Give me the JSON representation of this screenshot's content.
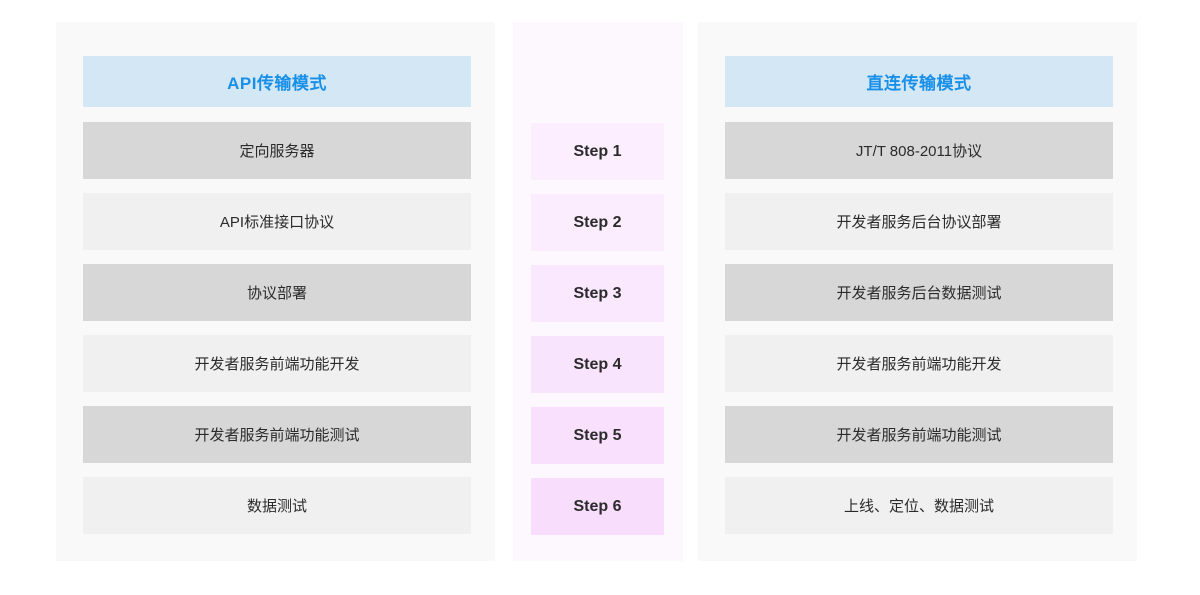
{
  "layout": {
    "page_background": "#ffffff",
    "panel_background": "#f9f9fa",
    "middle_panel_background": "#fdf8fe",
    "header_background": "#d4e7f5",
    "header_text_color": "#1890e8",
    "row_shade_dark": "#d7d7d7",
    "row_shade_light": "#f0f0f0"
  },
  "left_column": {
    "header": "API传输模式",
    "rows": [
      {
        "label": "定向服务器",
        "shade": "dark",
        "bg": "#d7d7d7"
      },
      {
        "label": "API标准接口协议",
        "shade": "light",
        "bg": "#f0f0f0"
      },
      {
        "label": "协议部署",
        "shade": "dark",
        "bg": "#d7d7d7"
      },
      {
        "label": "开发者服务前端功能开发",
        "shade": "light",
        "bg": "#f0f0f0"
      },
      {
        "label": "开发者服务前端功能测试",
        "shade": "dark",
        "bg": "#d7d7d7"
      },
      {
        "label": "数据测试",
        "shade": "light",
        "bg": "#f0f0f0"
      }
    ]
  },
  "middle_column": {
    "steps": [
      {
        "label": "Step 1",
        "bg": "#fceeff"
      },
      {
        "label": "Step 2",
        "bg": "#fbecfe"
      },
      {
        "label": "Step 3",
        "bg": "#fae8fe"
      },
      {
        "label": "Step 4",
        "bg": "#f9e4fd"
      },
      {
        "label": "Step 5",
        "bg": "#f9e1fd"
      },
      {
        "label": "Step 6",
        "bg": "#f8ddfd"
      }
    ]
  },
  "right_column": {
    "header": "直连传输模式",
    "rows": [
      {
        "label": "JT/T 808-2011协议",
        "shade": "dark",
        "bg": "#d7d7d7"
      },
      {
        "label": "开发者服务后台协议部署",
        "shade": "light",
        "bg": "#f0f0f0"
      },
      {
        "label": "开发者服务后台数据测试",
        "shade": "dark",
        "bg": "#d7d7d7"
      },
      {
        "label": "开发者服务前端功能开发",
        "shade": "light",
        "bg": "#f0f0f0"
      },
      {
        "label": "开发者服务前端功能测试",
        "shade": "dark",
        "bg": "#d7d7d7"
      },
      {
        "label": "上线、定位、数据测试",
        "shade": "light",
        "bg": "#f0f0f0"
      }
    ]
  }
}
